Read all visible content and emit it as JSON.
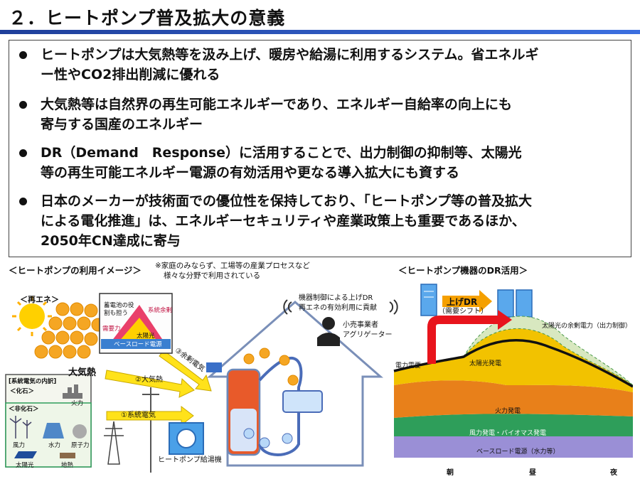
{
  "title": "２．ヒートポンプ普及拡大の意義",
  "bullets": [
    {
      "line1": "ヒートポンプは大気熱等を汲み上げ、暖房や給湯に利用するシステム。省エネルギ",
      "line2": "ー性やCO2排出削減に優れる"
    },
    {
      "line1": "大気熱等は自然界の再生可能エネルギーであり、エネルギー自給率の向上にも",
      "line2": "寄与する国産のエネルギー"
    },
    {
      "line1": "DR（Demand　Response）に活用することで、出力制御の抑制等、太陽光",
      "line2": "等の再生可能エネルギー電源の有効活用や更なる導入拡大にも資する"
    },
    {
      "line1": "日本のメーカーが技術面での優位性を保持しており、「ヒートポンプ等の普及拡大",
      "line2": "による電化推進」は、エネルギーセキュリティや産業政策上も重要であるほか、",
      "line3": "2050年CN達成に寄与"
    }
  ],
  "left_panel": {
    "heading": "＜ヒートポンプの利用イメージ＞",
    "note_line1": "※家庭のみならず、工場等の産業プロセスなど",
    "note_line2": "様々な分野で利用されている",
    "renewable_label": "＜再エネ＞",
    "atmosphere_label": "大気熱",
    "grid_box_title": "[系統電気の内訳]",
    "fossil_label": "＜化石＞",
    "thermal_label": "火力",
    "nonfossil_label": "＜非化石＞",
    "wind_label": "風力",
    "hydro_label": "水力",
    "nuclear_label": "原子力",
    "solar_label": "太陽光",
    "geothermal_label": "地熱",
    "arrow1_label": "①系統電気",
    "arrow2_label": "②大気熱",
    "arrow3_label": "③余剰電気",
    "mini_chart_text1": "蓄電池の役",
    "mini_chart_text2": "割も担う",
    "mini_chart_surplus": "系統余剰",
    "mini_chart_demand": "需要力",
    "mini_chart_solar": "太陽光",
    "mini_chart_base": "ベースロード電源",
    "hp_unit_label": "ヒートポンプ給湯機",
    "dr_note_line1": "機器制御による上げDR",
    "dr_note_line2": "再エネの有効利用に貢献",
    "retailer_line1": "小売事業者",
    "retailer_line2": "アグリゲーター"
  },
  "right_panel": {
    "heading": "＜ヒートポンプ機器のDR活用＞",
    "shift_label": "上げDR",
    "shift_sub": "（需要シフト）",
    "curtail_label": "太陽光の余剰電力（出力制御）",
    "demand_label": "電力需要",
    "solar_layer": "太陽光発電",
    "thermal_layer": "火力発電",
    "wind_layer": "風力発電・バイオマス発電",
    "base_layer": "ベースロード電源（水力等）",
    "x_labels": [
      "朝",
      "昼",
      "夜"
    ],
    "colors": {
      "solar": "#f2c200",
      "thermal": "#e8801a",
      "wind": "#2e9e5a",
      "base": "#9a8fd6",
      "arrow": "#e8141c"
    }
  }
}
